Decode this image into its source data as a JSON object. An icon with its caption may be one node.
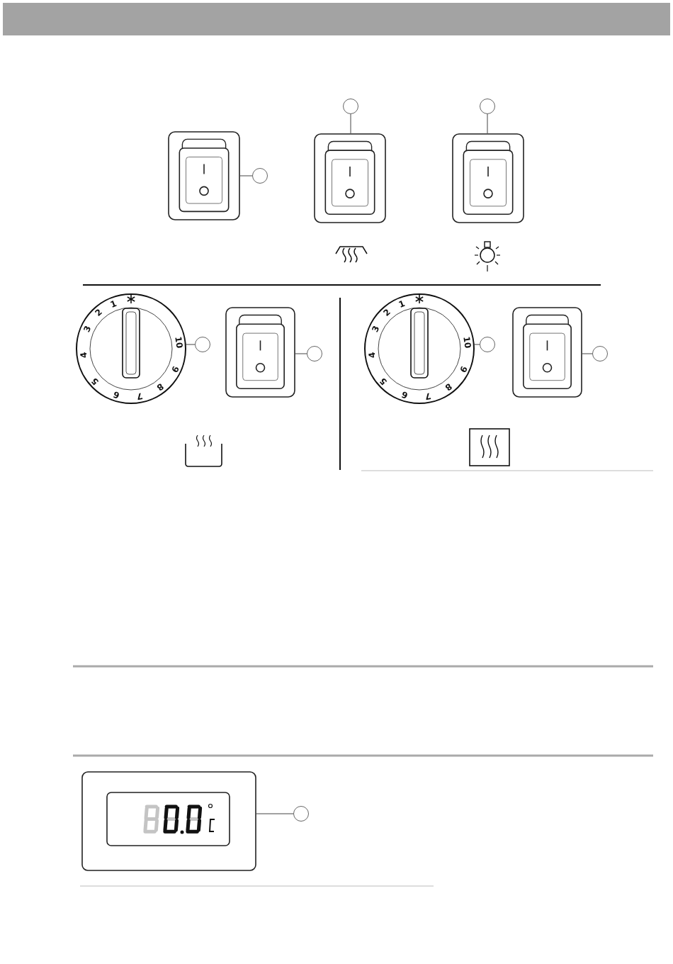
{
  "diagram": {
    "nodes": [
      {
        "text": [],
        "shape": "circle"
      },
      {
        "text": [],
        "shape": "circle"
      },
      {
        "text": [],
        "shape": "box"
      },
      {
        "text": [],
        "shape": "circle"
      },
      {
        "text": [],
        "shape": "box"
      },
      {
        "text": [],
        "shape": "box"
      },
      {
        "text": [],
        "shape": "circle"
      },
      {
        "text": [],
        "shape": "circle"
      },
      {
        "text": [],
        "shape": "box"
      },
      {
        "text": [],
        "shape": "circle"
      },
      {
        "text": [],
        "shape": "circle"
      },
      {
        "text": [],
        "shape": "circle"
      },
      {
        "text": [],
        "shape": "box"
      },
      {
        "text": [],
        "shape": "circle"
      },
      {
        "text": [],
        "shape": "box"
      },
      {
        "text": [],
        "shape": "circle"
      }
    ],
    "edges": [
      {
        "from": 0,
        "to": 2,
        "arrow": "none"
      },
      {
        "from": 1,
        "to": 4,
        "arrow": "none"
      },
      {
        "from": 3,
        "to": 5,
        "arrow": "none"
      },
      {
        "from": 7,
        "to": 6,
        "arrow": "none"
      },
      {
        "from": 9,
        "to": 8,
        "arrow": "none"
      },
      {
        "from": 11,
        "to": 10,
        "arrow": "none"
      },
      {
        "from": 13,
        "to": 12,
        "arrow": "none"
      },
      {
        "from": 15,
        "to": 14,
        "arrow": "none"
      }
    ],
    "labels": [
      "1",
      "2",
      "3",
      "4",
      "5",
      "6",
      "7",
      "8",
      "9",
      "10",
      "1",
      "2",
      "3",
      "4",
      "5",
      "6",
      "7",
      "8",
      "9",
      "10"
    ]
  }
}
